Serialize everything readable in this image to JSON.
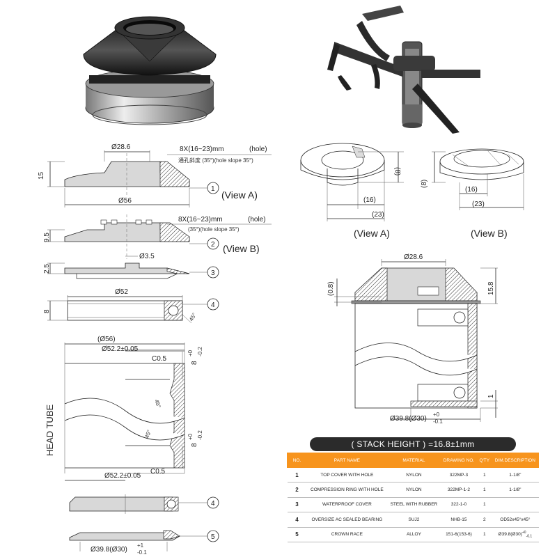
{
  "labels": {
    "top_hole": "8X(16~23)mm",
    "hole_tag": "(hole)",
    "hole_slope_cn": "通孔斜度 (35°)(hole slope 35°)",
    "mid_hole": "8X(16~23)mm",
    "mid_hole_tag": "(hole)",
    "mid_slope": "(35°)(hole slope 35°)",
    "d28_6": "Ø28.6",
    "d28_6_b": "Ø28.6",
    "h15": "15",
    "d56": "Ø56",
    "h9_5": "9.5",
    "d3_5": "Ø3.5",
    "h2_5": "2.5",
    "d52": "Ø52",
    "h8": "8",
    "a45": "45°",
    "d56p": "(Ø56)",
    "d52_2_top": "Ø52.2±0.05",
    "c05_top": "C0.5",
    "tol8_top": "8",
    "tol_plus_top": "+0",
    "tol_minus_top": "-0.2",
    "a45_b": "45°",
    "a45_c": "45°",
    "tol8_bot": "8",
    "tol_plus_bot": "+0",
    "tol_minus_bot": "-0.2",
    "c05_bot": "C0.5",
    "d52_2_bot": "Ø52.2±0.05",
    "head_tube": "HEAD TUBE",
    "d39_8": "Ø39.8(Ø30)",
    "d39_8_plus": "+1",
    "d39_8_minus": "-0.1",
    "v8a": "(8)",
    "v16a": "(16)",
    "v23a": "(23)",
    "v8b": "(8)",
    "v16b": "(16)",
    "v23b": "(23)",
    "view_a": "(View A)",
    "view_b": "(View B)",
    "view_a_side": "(View A)",
    "view_b_side": "(View B)",
    "h0_8": "(0.8)",
    "h15_8": "15.8",
    "h1": "1",
    "asm_d39_8": "Ø39.8(Ø30)",
    "asm_plus": "+0",
    "asm_minus": "-0.1"
  },
  "callouts": [
    "1",
    "2",
    "3",
    "4",
    "4",
    "5"
  ],
  "table": {
    "title": "( STACK HEIGHT ) =16.8±1mm",
    "headers": [
      "NO.",
      "PART NAME",
      "MATERIAL",
      "DRAWING NO.",
      "Q'TY",
      "DIM.DESCRIPTION"
    ],
    "rows": [
      [
        "1",
        "TOP COVER WITH HOLE",
        "NYLON",
        "322MP-3",
        "1",
        "1-1/8\""
      ],
      [
        "2",
        "COMPRESSION RING WITH HOLE",
        "NYLON",
        "322MP-1-2",
        "1",
        "1-1/8\""
      ],
      [
        "3",
        "WATERPROOF COVER",
        "STEEL WITH RUBBER",
        "322-1-0",
        "1",
        ""
      ],
      [
        "4",
        "OVERSIZE AC SEALED BEARING",
        "SUJ2",
        "NHB-15",
        "2",
        "OD52x45°x45°"
      ],
      [
        "5",
        "CROWN RACE",
        "ALLOY",
        "151-6(153-6)",
        "1",
        "Ø39.8(Ø30)"
      ]
    ],
    "row5_dim_plus": "+0",
    "row5_dim_minus": "-0.1"
  },
  "colors": {
    "accent": "#f7941d",
    "title_bar": "#2b2b2b"
  }
}
